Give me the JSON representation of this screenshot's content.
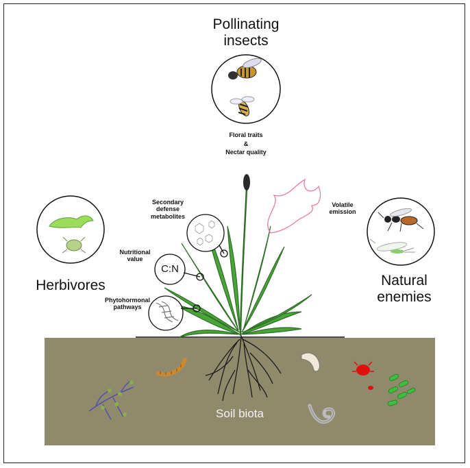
{
  "diagram": {
    "pollinators": {
      "line1": "Pollinating",
      "line2": "insects"
    },
    "floral": {
      "line1": "Floral traits",
      "line2": "&",
      "line3": "Nectar quality"
    },
    "herbivores": "Herbivores",
    "natural_enemies": {
      "line1": "Natural",
      "line2": "enemies"
    },
    "volatile": {
      "line1": "Volatile",
      "line2": "emission"
    },
    "secondary": {
      "line1": "Secondary",
      "line2": "defense",
      "line3": "metabolites"
    },
    "nutritional": {
      "line1": "Nutritional",
      "line2": "value"
    },
    "cn": "C:N",
    "phyto": {
      "line1": "Phytohormonal",
      "line2": "pathways"
    },
    "soil": "Soil biota"
  },
  "colors": {
    "soil": "#8f8a6c",
    "leaf": "#4aa43a",
    "leaf_dark": "#2f6e27",
    "volatile": "#e87aa8",
    "caterpillar": "#9bdc5a",
    "mite": "#e01010",
    "bacteria": "#3fbf3f"
  }
}
